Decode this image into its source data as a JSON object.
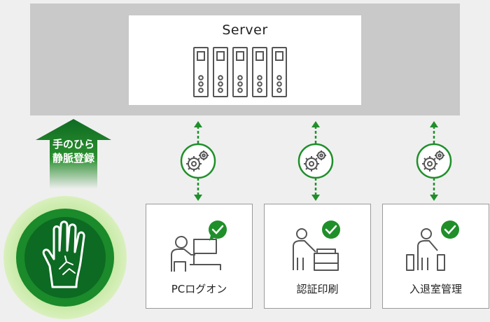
{
  "server": {
    "title": "Server"
  },
  "registration": {
    "line1": "手のひら",
    "line2": "静脈登録"
  },
  "cards": [
    {
      "label": "PCログオン",
      "icon": "person-at-pc-icon"
    },
    {
      "label": "認証印刷",
      "icon": "person-at-printer-icon"
    },
    {
      "label": "入退室管理",
      "icon": "person-at-gate-icon"
    }
  ],
  "colors": {
    "green": "#1f8f2a",
    "dark_green": "#0f6b22",
    "band": "#c9c9c9",
    "line": "#555555"
  }
}
